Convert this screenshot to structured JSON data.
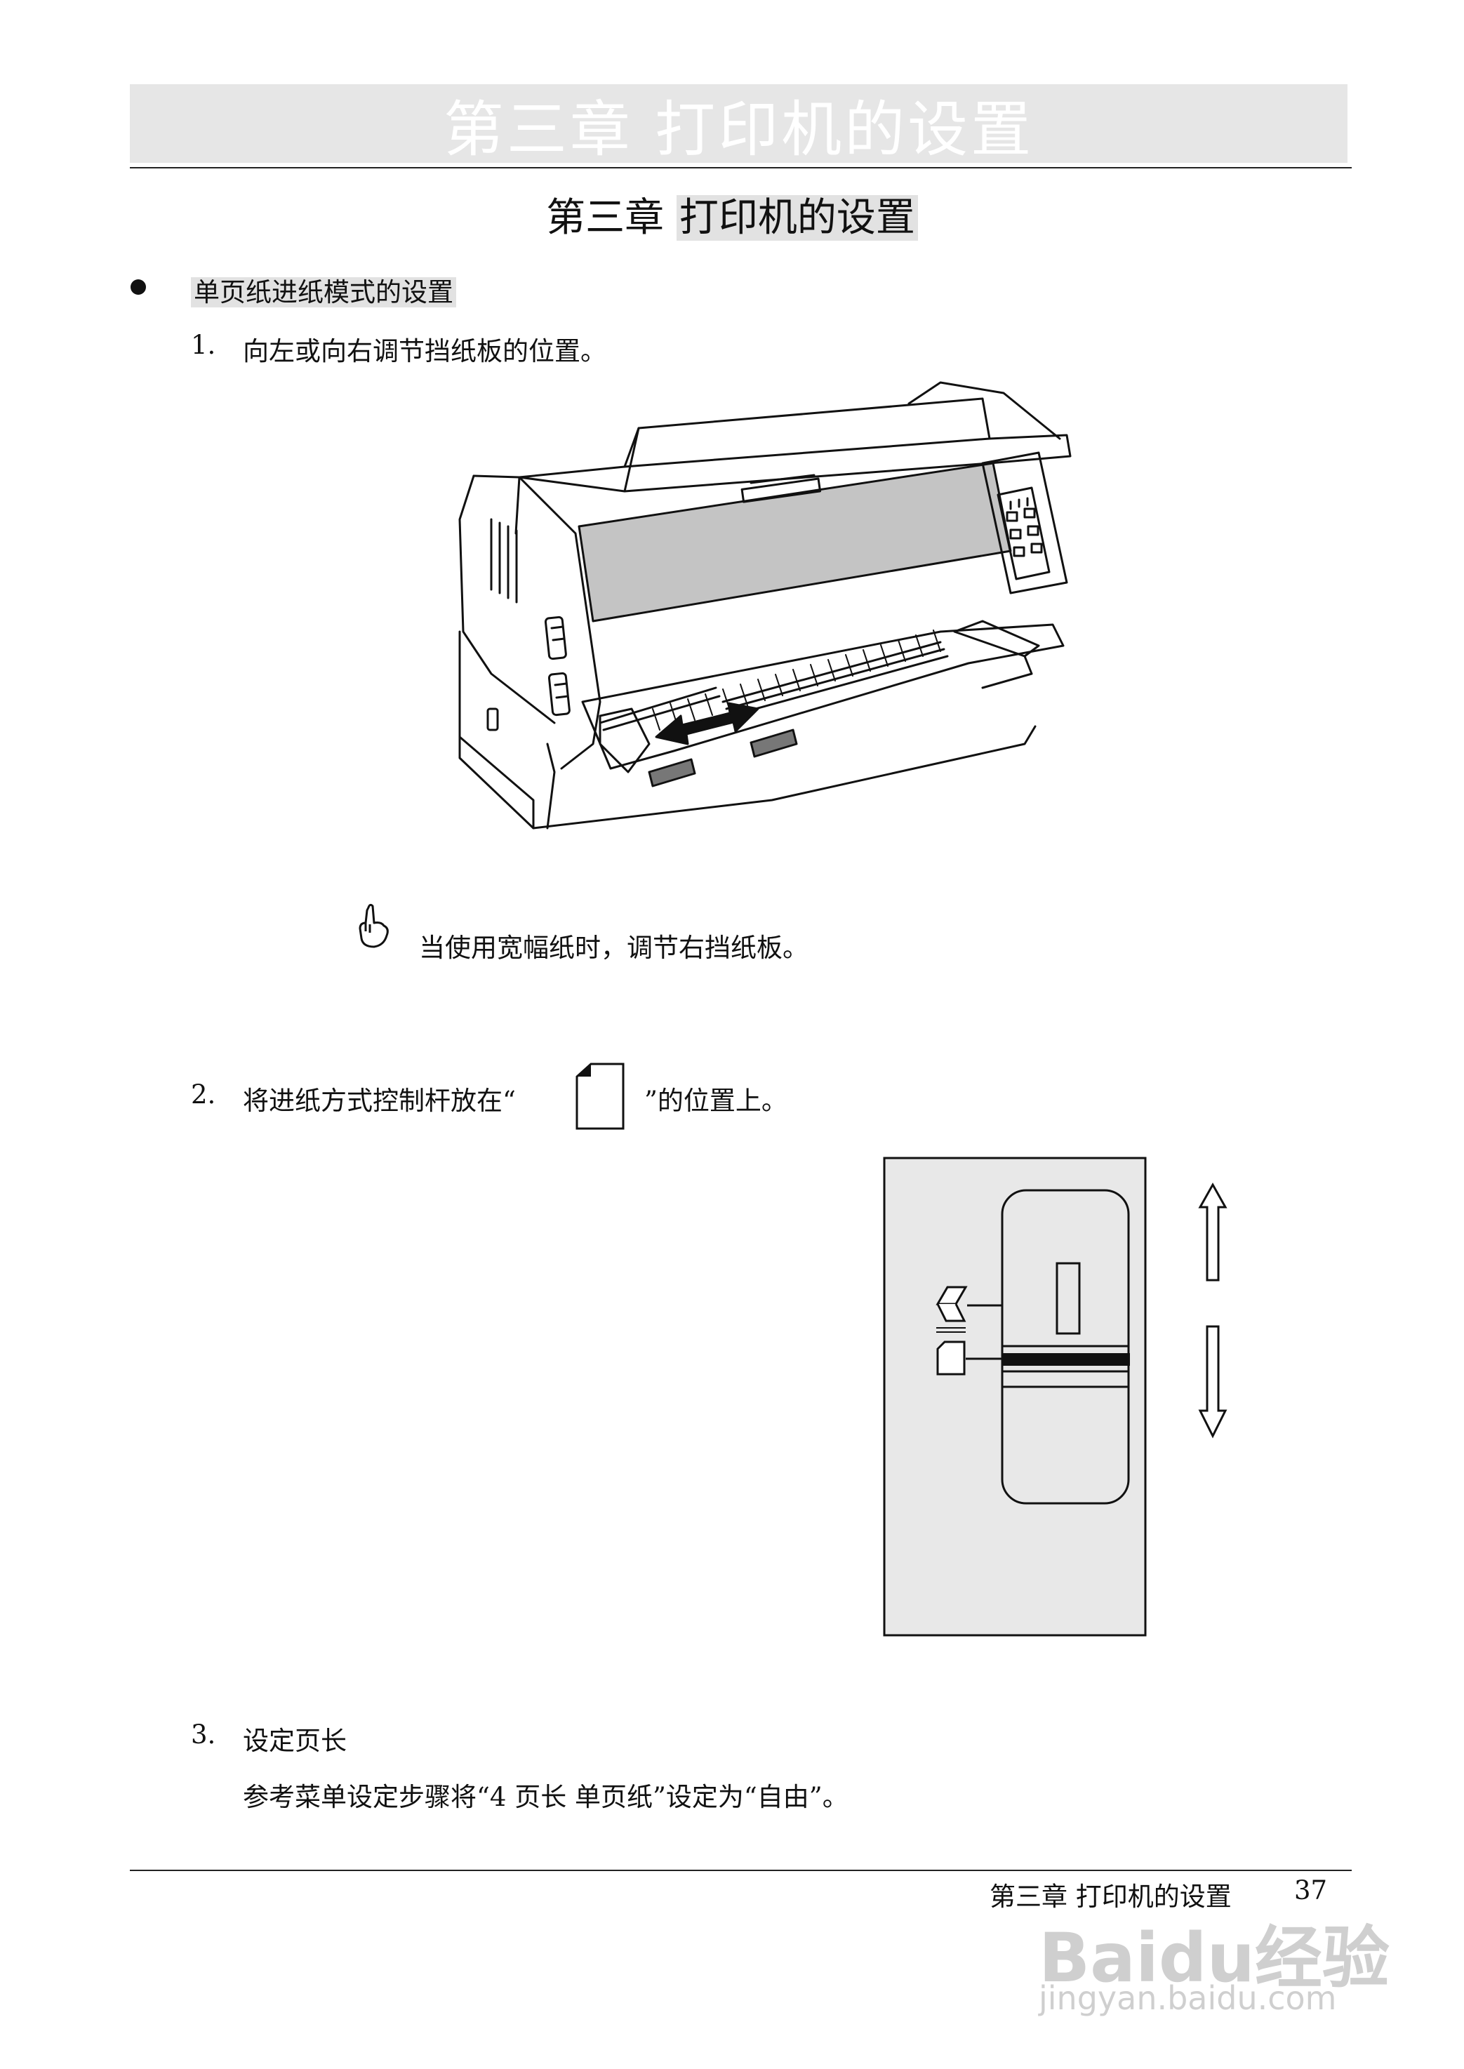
{
  "header": {
    "banner_title": "第三章 打印机的设置"
  },
  "page_title": {
    "prefix": "第三章",
    "highlight": "打印机的设置"
  },
  "section": {
    "title": "单页纸进纸模式的设置"
  },
  "steps": [
    {
      "number": "1.",
      "text": "向左或向右调节挡纸板的位置。"
    },
    {
      "number": "2.",
      "text_before": "将进纸方式控制杆放在“",
      "text_after": "”的位置上。"
    },
    {
      "number": "3.",
      "text": "设定页长",
      "detail": "参考菜单设定步骤将“4 页长 单页纸”设定为“自由”。"
    }
  ],
  "note": {
    "icon": "pointing-hand-icon",
    "text": "当使用宽幅纸时，调节右挡纸板。"
  },
  "footer": {
    "chapter": "第三章 打印机的设置",
    "page_number": "37"
  },
  "watermark": {
    "logo": "Baidu经验",
    "url": "jingyan.baidu.com"
  },
  "colors": {
    "banner_bg": "#e6e6e6",
    "highlight_bg": "#e2e2e2",
    "panel_bg": "#e8e8e8",
    "guide_dark": "#555555"
  }
}
